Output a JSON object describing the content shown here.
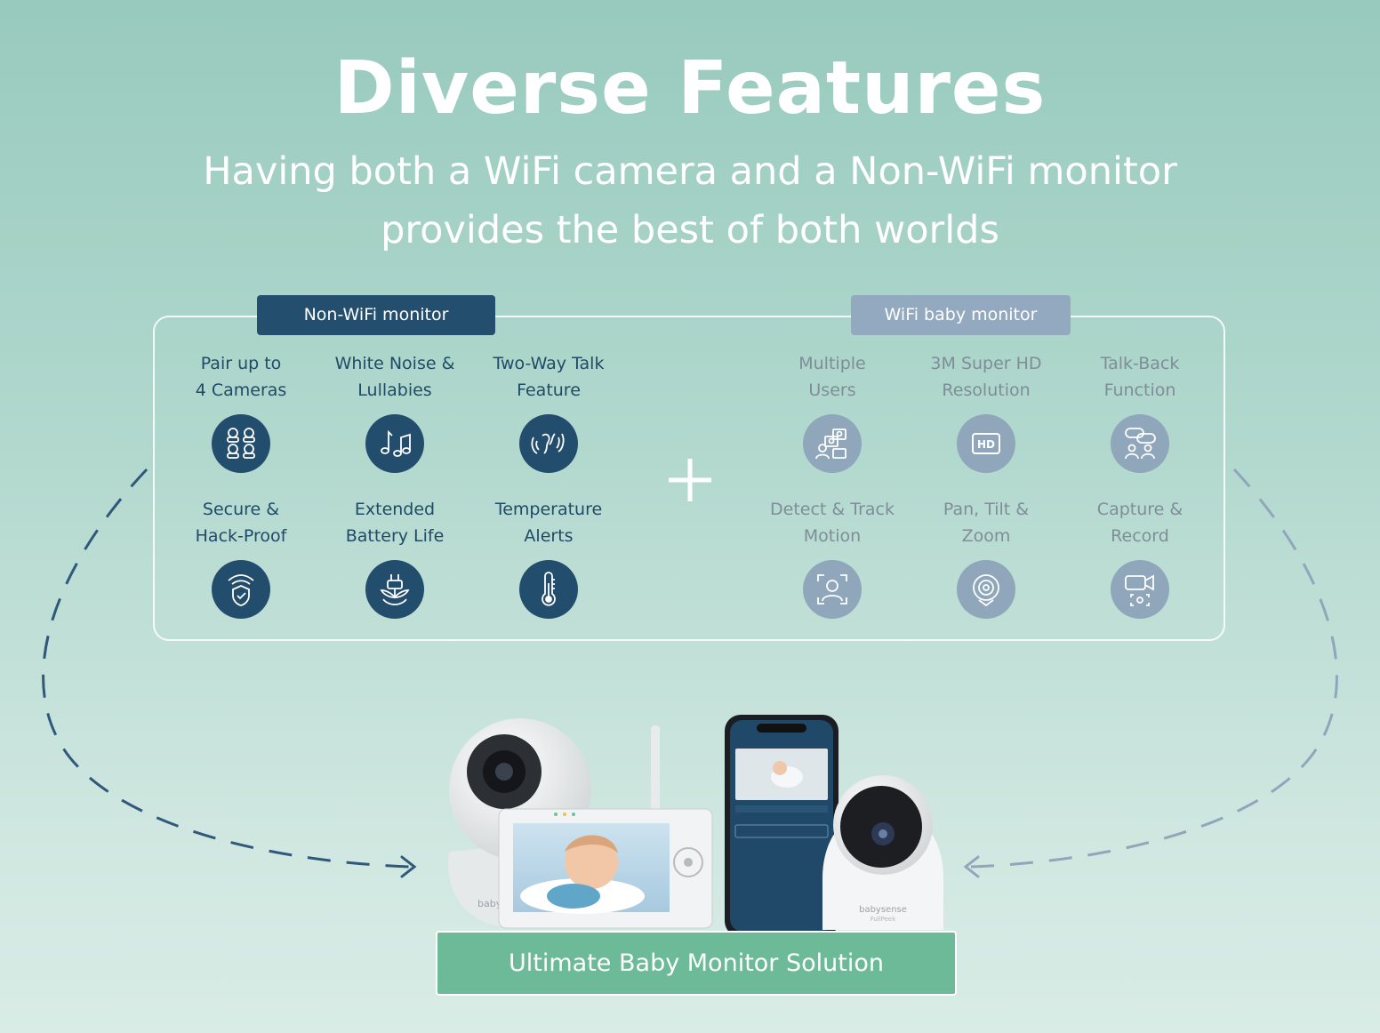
{
  "header": {
    "title": "Diverse Features",
    "subtitle_line1": "Having both a WiFi camera and a Non-WiFi monitor",
    "subtitle_line2": "provides the best of both worlds"
  },
  "non_wifi": {
    "badge": "Non-WiFi monitor",
    "features": [
      {
        "line1": "Pair up to",
        "line2": "4 Cameras",
        "icon": "four-cameras-icon"
      },
      {
        "line1": "White Noise &",
        "line2": "Lullabies",
        "icon": "music-notes-icon"
      },
      {
        "line1": "Two-Way Talk",
        "line2": "Feature",
        "icon": "two-way-talk-icon"
      },
      {
        "line1": "Secure &",
        "line2": "Hack-Proof",
        "icon": "secure-shield-icon"
      },
      {
        "line1": "Extended",
        "line2": "Battery Life",
        "icon": "power-plug-icon"
      },
      {
        "line1": "Temperature",
        "line2": "Alerts",
        "icon": "thermometer-icon"
      }
    ]
  },
  "wifi": {
    "badge": "WiFi baby monitor",
    "features": [
      {
        "line1": "Multiple",
        "line2": "Users",
        "icon": "multiple-users-icon"
      },
      {
        "line1": "3M Super HD",
        "line2": "Resolution",
        "icon": "hd-icon"
      },
      {
        "line1": "Talk-Back",
        "line2": "Function",
        "icon": "talk-back-icon"
      },
      {
        "line1": "Detect & Track",
        "line2": "Motion",
        "icon": "motion-detect-icon"
      },
      {
        "line1": "Pan, Tilt &",
        "line2": "Zoom",
        "icon": "pan-tilt-zoom-icon"
      },
      {
        "line1": "Capture &",
        "line2": "Record",
        "icon": "video-record-icon"
      }
    ]
  },
  "devices": {
    "brand": "babysense",
    "camera_model": "FullPeek"
  },
  "cta": {
    "label": "Ultimate Baby Monitor Solution"
  },
  "colors": {
    "navy": "#234d6c",
    "slate": "#8fa6bb",
    "green": "#6dba98"
  }
}
